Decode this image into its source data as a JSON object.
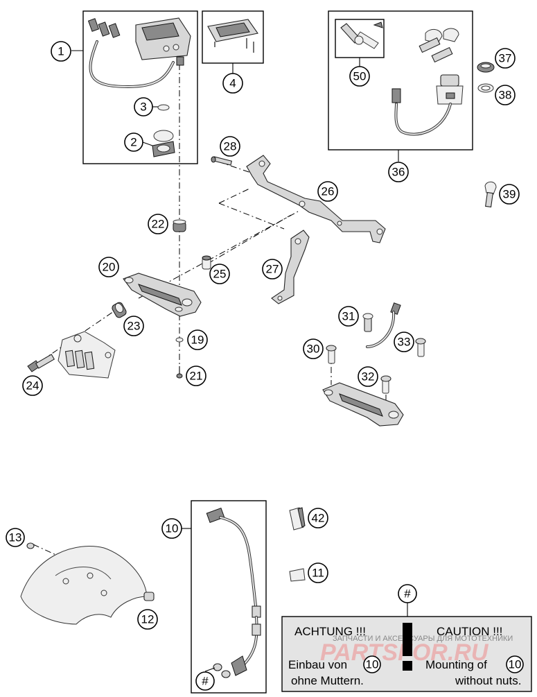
{
  "callouts": {
    "c1": "1",
    "c2": "2",
    "c3": "3",
    "c4": "4",
    "c10": "10",
    "c11": "11",
    "c12": "12",
    "c13": "13",
    "c19": "19",
    "c20": "20",
    "c21": "21",
    "c22": "22",
    "c23": "23",
    "c24": "24",
    "c25": "25",
    "c26": "26",
    "c27": "27",
    "c28": "28",
    "c30": "30",
    "c31": "31",
    "c32": "32",
    "c33": "33",
    "c36": "36",
    "c37": "37",
    "c38": "38",
    "c39": "39",
    "c42": "42",
    "c50": "50",
    "hash_top": "#",
    "hash_bottom": "#"
  },
  "warning": {
    "de_title": "ACHTUNG !!!",
    "en_title": "CAUTION !!!",
    "de_line1": "Einbau von",
    "de_num": "10",
    "de_line2": "ohne Muttern.",
    "en_line1": "Mounting of",
    "en_num": "10",
    "en_line2": "without nuts."
  },
  "watermark": {
    "caption": "ЗАПЧАСТИ И АКСЕССУАРЫ ДЛЯ МОТОТЕХНИКИ",
    "logo": "PARTSFOR.RU"
  }
}
